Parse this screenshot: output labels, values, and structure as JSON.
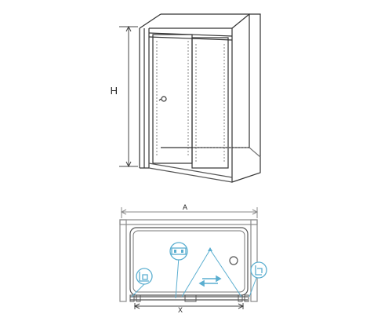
{
  "elevation": {
    "height_label": "H"
  },
  "plan": {
    "width_label": "A",
    "opening_label": "X"
  },
  "colors": {
    "line": "#333333",
    "gray_line": "#8a8a8a",
    "blue": "#5aaed0",
    "dim_line": "#444444"
  },
  "icons": [
    "door-handle-icon",
    "bracket-icon",
    "wall-profile-icon",
    "slide-arrows-icon",
    "drain-icon",
    "roller-icon"
  ]
}
